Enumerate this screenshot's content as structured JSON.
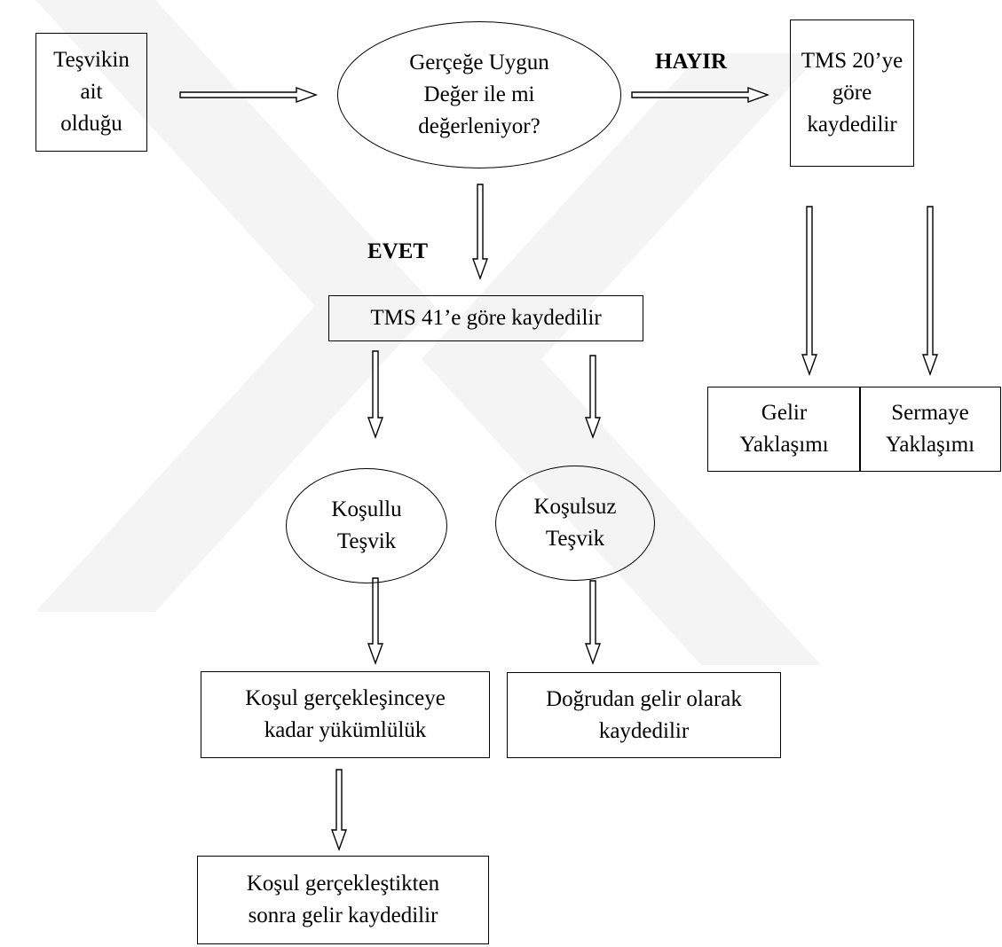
{
  "nodes": {
    "source": "Teşvikin\nait\nolduğu",
    "question": "Gerçeğe Uygun\nDeğer ile mi\ndeğerleniyor?",
    "tms20": "TMS 20’ye\ngöre\nkaydedilir",
    "tms41": "TMS 41’e göre kaydedilir",
    "conditional": "Koşullu\nTeşvik",
    "unconditional": "Koşulsuz\nTeşvik",
    "liability": "Koşul gerçekleşinceye\nkadar yükümlülük",
    "direct_income": "Doğrudan gelir olarak\nkaydedilir",
    "income_after": "Koşul gerçekleştikten\nsonra gelir kaydedilir",
    "income_approach": "Gelir\nYaklaşımı",
    "capital_approach": "Sermaye\nYaklaşımı"
  },
  "labels": {
    "yes": "EVET",
    "no": "HAYIR"
  },
  "colors": {
    "stroke": "#000000",
    "watermark": "#f4f4f4"
  },
  "edges": [
    {
      "from": "source",
      "to": "question",
      "direction": "right"
    },
    {
      "from": "question",
      "to": "tms20",
      "direction": "right",
      "label": "no"
    },
    {
      "from": "question",
      "to": "tms41",
      "direction": "down",
      "label": "yes"
    },
    {
      "from": "tms20",
      "to": "income_approach",
      "direction": "down"
    },
    {
      "from": "tms20",
      "to": "capital_approach",
      "direction": "down"
    },
    {
      "from": "tms41",
      "to": "conditional",
      "direction": "down"
    },
    {
      "from": "tms41",
      "to": "unconditional",
      "direction": "down"
    },
    {
      "from": "conditional",
      "to": "liability",
      "direction": "down"
    },
    {
      "from": "unconditional",
      "to": "direct_income",
      "direction": "down"
    },
    {
      "from": "liability",
      "to": "income_after",
      "direction": "down"
    }
  ]
}
